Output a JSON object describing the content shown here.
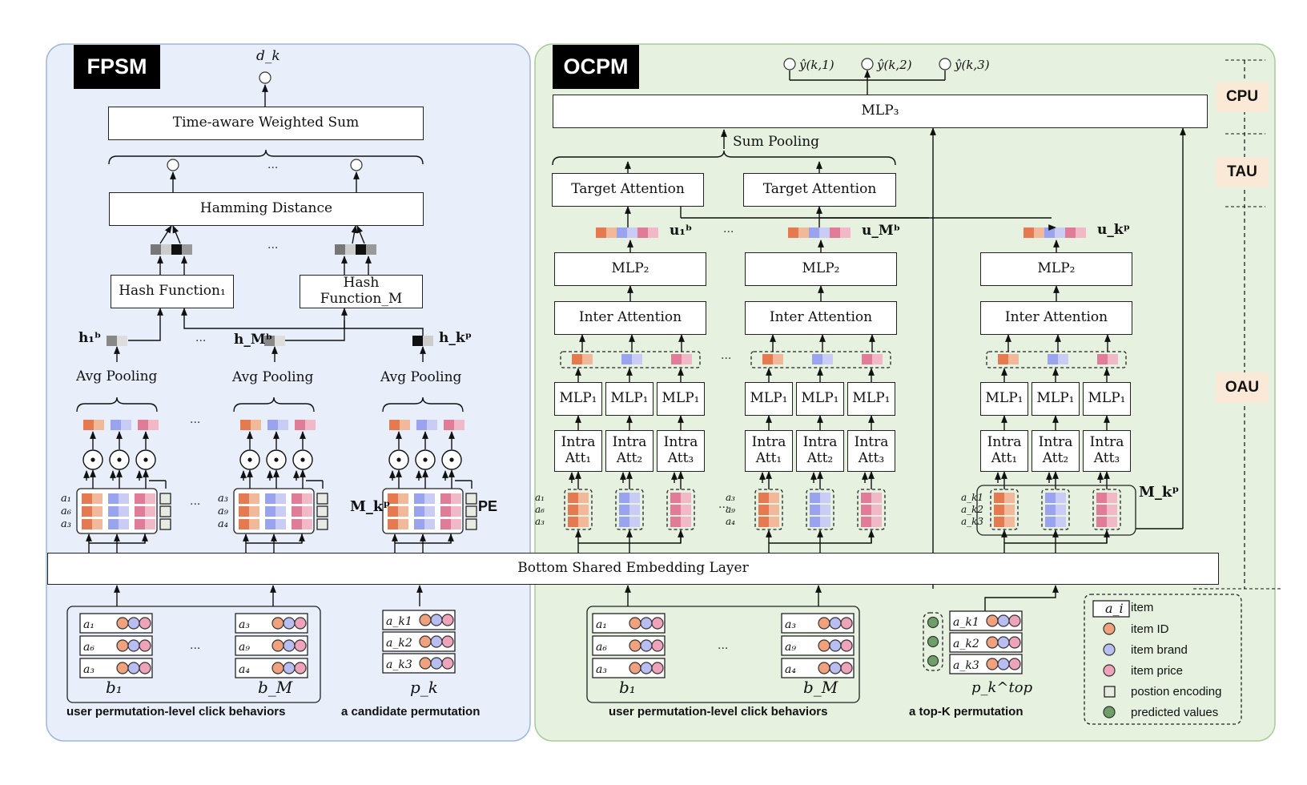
{
  "panels": {
    "left_title": "FPSM",
    "right_title": "OCPM"
  },
  "units": [
    "CPU",
    "TAU",
    "OAU"
  ],
  "fpsm": {
    "output": "d_k",
    "time_sum": "Time-aware Weighted Sum",
    "hamming": "Hamming Distance",
    "hash1": "Hash Function₁",
    "hashM": "Hash Function_M",
    "h1": "h₁ᵇ",
    "hM": "h_Mᵇ",
    "hk": "h_kᵖ",
    "avg_pooling": "Avg Pooling",
    "matrix_label": "M_kᵖ",
    "pe": "PE",
    "rows_b1": [
      "a₁",
      "a₆",
      "a₃"
    ],
    "rows_bM": [
      "a₃",
      "a₉",
      "a₄"
    ]
  },
  "shared_layer": "Bottom Shared Embedding Layer",
  "ocpm": {
    "outputs": [
      "ŷ(k,1)",
      "ŷ(k,2)",
      "ŷ(k,3)"
    ],
    "mlp3": "MLP₃",
    "sum_pooling": "Sum Pooling",
    "target_attention": "Target Attention",
    "u1": "u₁ᵇ",
    "uM": "u_Mᵇ",
    "uk": "u_kᵖ",
    "mlp2": "MLP₂",
    "inter_attention": "Inter Attention",
    "mlp1": "MLP₁",
    "intra": [
      "Intra Att₁",
      "Intra Att₂",
      "Intra Att₃"
    ],
    "matrix_label": "M_kᵖ",
    "rows_k": [
      "a_k1",
      "a_k2",
      "a_k3"
    ]
  },
  "inputs": {
    "b1": "b₁",
    "bM": "b_M",
    "pk": "p_k",
    "pk_top": "p_k^top",
    "rows_b1": [
      "a₁",
      "a₆",
      "a₃"
    ],
    "rows_bM": [
      "a₃",
      "a₉",
      "a₄"
    ],
    "rows_k": [
      "a_k1",
      "a_k2",
      "a_k3"
    ],
    "cap_user": "user permutation-level click behaviors",
    "cap_candidate": "a candidate permutation",
    "cap_topk": "a top-K permutation"
  },
  "legend": {
    "item_symbol": "a_i",
    "item": "item",
    "item_id": "item ID",
    "item_brand": "item brand",
    "item_price": "item price",
    "pos_enc": "postion encoding",
    "predicted": "predicted values"
  },
  "colors": {
    "fpsm_bg": "#e8effb",
    "ocpm_bg": "#e6f1e0",
    "id": "#f1a27c",
    "brand": "#b9bef2",
    "price": "#efa3bb",
    "pred": "#6f9f69",
    "unit_bg": "#fbe9d8"
  }
}
